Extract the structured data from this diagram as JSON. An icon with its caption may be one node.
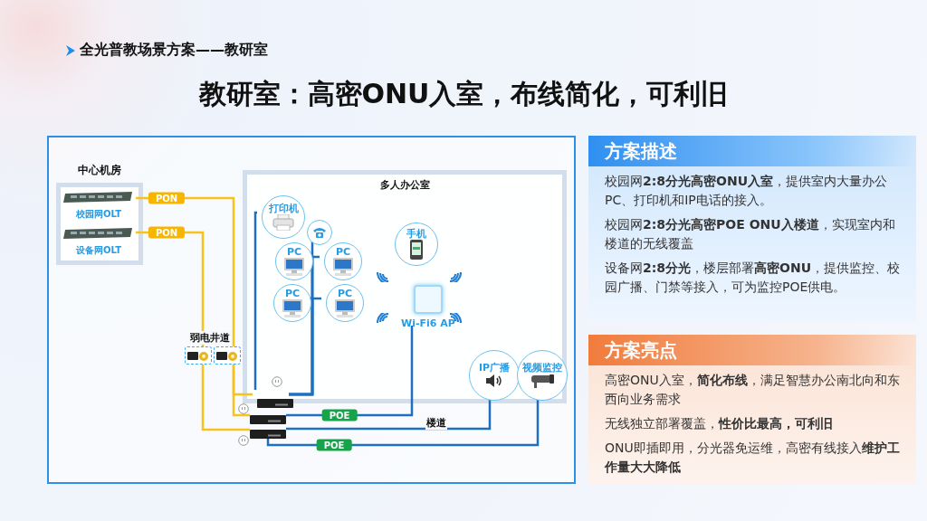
{
  "diagram": {
    "title": "教研室：高密ONU入室，布线简化，可利旧",
    "nodes": [
      {
        "text": [
          "中心机房"
        ]
      },
      {
        "text": [
          "校园网OLT"
        ],
        "in": 0
      },
      {
        "text": [
          "设备网OLT"
        ],
        "in": 0
      },
      {
        "text": [],
        "shape": "picture"
      },
      {
        "text": [],
        "shape": "picture"
      },
      {
        "text": [
          "多人办公室"
        ]
      },
      {
        "text": [
          "打印机"
        ],
        "in": 5
      },
      {
        "text": [],
        "shape": "circle",
        "in": 5
      },
      {
        "text": [
          "PC"
        ],
        "in": 5
      },
      {
        "text": [
          "PC"
        ],
        "in": 5
      },
      {
        "text": [
          "PC"
        ],
        "in": 5
      },
      {
        "text": [
          "PC"
        ],
        "in": 5
      },
      {
        "text": [
          "手机"
        ],
        "in": 5
      },
      {
        "text": [
          "Wi-Fi6 AP"
        ],
        "in": 5
      },
      {
        "text": [],
        "shape": "picture",
        "in": 5
      },
      {
        "text": [],
        "shape": "picture"
      },
      {
        "text": [],
        "shape": "picture"
      },
      {
        "text": [
          "IP广播"
        ],
        "in": 5
      },
      {
        "text": [
          "视频监控"
        ],
        "in": 5
      },
      {
        "text": [
          "方案描述",
          "校园网**2:8分光高密ONU入室**，提供室内大量办公PC、打印机和IP电话的接入。",
          "校园网**2:8分光高密POE ONU入楼道**，实现室内和楼道的无线覆盖",
          "设备网**2:8分光**，楼层部署**高密ONU**，提供监控、校园广播、门禁等接入，可为监控POE供电。"
        ]
      },
      {
        "text": [
          "方案亮点",
          "高密ONU入室，**简化布线**，满足智慧办公南北向和东西向业务需求",
          "无线独立部署覆盖，**性价比最高，可利旧**",
          "ONU即插即用，分光器免运维，高密有线接入**维护工作量大大降低**"
        ]
      }
    ],
    "edges": [
      {
        "from": 1,
        "to": 4,
        "arrow": "none",
        "label": "PON",
        "color": "#f7c21b"
      },
      {
        "from": 4,
        "to": 14,
        "arrow": "none",
        "color": "#f7c21b"
      },
      {
        "from": 4,
        "to": 15,
        "arrow": "none",
        "color": "#f7c21b"
      },
      {
        "from": 2,
        "to": 3,
        "arrow": "none",
        "label": "PON",
        "color": "#f7c21b"
      },
      {
        "from": 3,
        "to": 16,
        "arrow": "none",
        "color": "#f7c21b"
      },
      {
        "from": 14,
        "to": 6,
        "arrow": "none"
      },
      {
        "from": 14,
        "to": 7,
        "arrow": "none"
      },
      {
        "from": 14,
        "to": 8,
        "arrow": "none"
      },
      {
        "from": 14,
        "to": 9,
        "arrow": "none"
      },
      {
        "from": 14,
        "to": 10,
        "arrow": "none"
      },
      {
        "from": 14,
        "to": 11,
        "arrow": "none"
      },
      {
        "from": 15,
        "to": 13,
        "arrow": "none",
        "label": "POE"
      },
      {
        "from": 16,
        "to": 17,
        "arrow": "none"
      },
      {
        "from": 16,
        "to": 18,
        "arrow": "none",
        "label": "POE"
      }
    ],
    "labels": [
      "全光普教场景方案——教研室",
      "弱电井道",
      "楼道"
    ]
  }
}
